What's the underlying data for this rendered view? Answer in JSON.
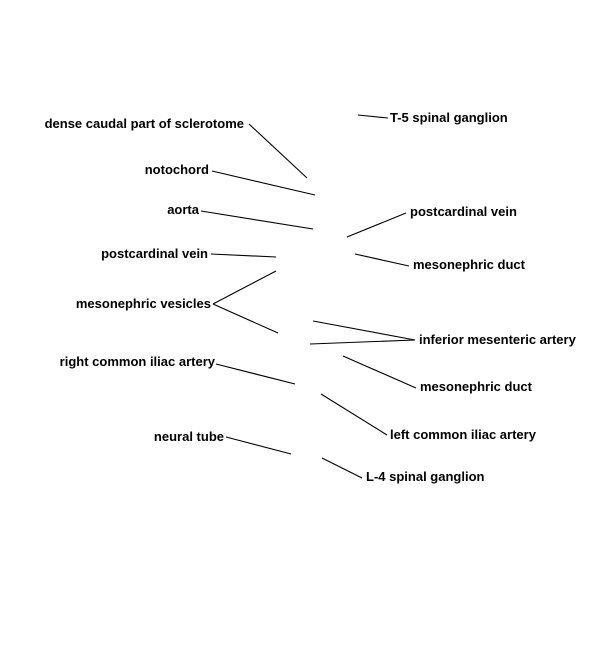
{
  "labels": {
    "sclerotome": "dense caudal part of sclerotome",
    "t5_ganglion": "T-5 spinal ganglion",
    "notochord": "notochord",
    "aorta": "aorta",
    "postcardinal_vein_right": "postcardinal vein",
    "postcardinal_vein_left": "postcardinal vein",
    "mesonephric_duct_upper": "mesonephric duct",
    "mesonephric_vesicles": "mesonephric vesicles",
    "inferior_mesenteric_artery": "inferior mesenteric artery",
    "right_common_iliac_artery": "right common iliac artery",
    "mesonephric_duct_lower": "mesonephric duct",
    "left_common_iliac_artery": "left common iliac artery",
    "neural_tube": "neural tube",
    "l4_ganglion": "L-4 spinal ganglion"
  }
}
